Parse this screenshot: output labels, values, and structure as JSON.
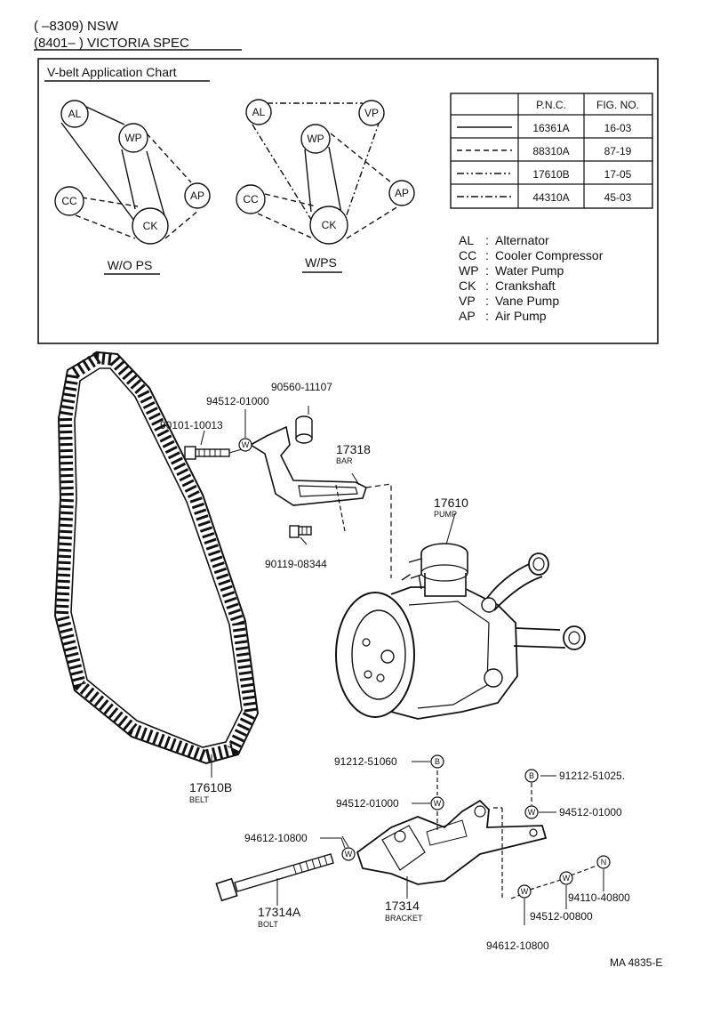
{
  "header": {
    "line1": "(      –8309) NSW",
    "line2": "(8401–       ) VICTORIA  SPEC"
  },
  "chart_box": {
    "title": "V-belt Application Chart",
    "diagram_left": {
      "label": "W/O  PS",
      "nodes": {
        "al": "AL",
        "wp": "WP",
        "cc": "CC",
        "ck": "CK",
        "ap": "AP"
      }
    },
    "diagram_right": {
      "label": "W/PS",
      "nodes": {
        "al": "AL",
        "vp": "VP",
        "wp": "WP",
        "cc": "CC",
        "ck": "CK",
        "ap": "AP"
      }
    },
    "table": {
      "headers": [
        "P.N.C.",
        "FIG. NO."
      ],
      "rows": [
        {
          "pnc": "16361A",
          "fig": "16-03"
        },
        {
          "pnc": "88310A",
          "fig": "87-19"
        },
        {
          "pnc": "17610B",
          "fig": "17-05"
        },
        {
          "pnc": "44310A",
          "fig": "45-03"
        }
      ]
    },
    "legend": [
      {
        "code": "AL",
        "name": "Alternator"
      },
      {
        "code": "CC",
        "name": "Cooler Compressor"
      },
      {
        "code": "WP",
        "name": "Water Pump"
      },
      {
        "code": "CK",
        "name": "Crankshaft"
      },
      {
        "code": "VP",
        "name": "Vane Pump"
      },
      {
        "code": "AP",
        "name": "Air Pump"
      }
    ]
  },
  "parts": {
    "p90560": "90560-11107",
    "p94512_top": "94512-01000",
    "p90101": "90101-10013",
    "p17318": "17318",
    "p17318_name": "BAR",
    "p17610": "17610",
    "p17610_name": "PUMP",
    "p90119": "90119-08344",
    "p17610b": "17610B",
    "p17610b_name": "BELT",
    "p91212_a": "91212-51060",
    "p91212_b": "91212-51025.",
    "p94512_mid": "94512-01000",
    "p94512_right": "94512-01000",
    "p94612_top": "94612-10800",
    "p17314a": "17314A",
    "p17314a_name": "BOLT",
    "p17314": "17314",
    "p17314_name": "BRACKET",
    "p94110": "94110-40800",
    "p94512_00800": "94512-00800",
    "p94612_bottom": "94612-10800",
    "sym_b": "B",
    "sym_w": "W",
    "sym_n": "N"
  },
  "footer": {
    "code": "MA  4835-E"
  }
}
